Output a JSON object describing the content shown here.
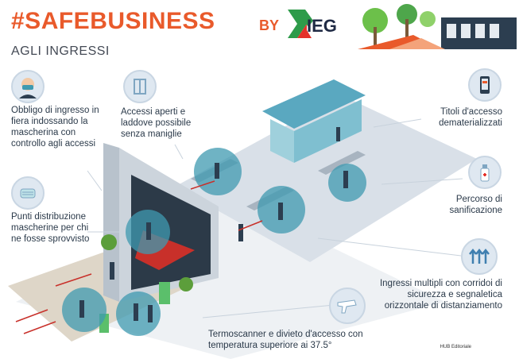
{
  "header": {
    "title": "#SAFEBUSINESS",
    "by": "BY",
    "brand": "IEG",
    "subtitle": "AGLI INGRESSI"
  },
  "items": {
    "masks_entry": "Obbligo di ingresso in fiera indossando la mascherina con controllo agli accessi",
    "open_access": "Accessi aperti e laddove possibile senza maniglie",
    "digital_tickets": "Titoli d'accesso dematerializzati",
    "mask_points": "Punti distribuzione mascherine per chi ne fosse sprovvisto",
    "sanitation": "Percorso di sanificazione",
    "multiple_entries": "Ingressi multipli con corridoi di sicurezza e segnaletica orizzontale di distanziamento",
    "thermoscanner": "Termoscanner e divieto d'accesso con temperatura superiore ai 37.5°"
  },
  "footer": {
    "credit": "HUB Editoriale"
  },
  "colors": {
    "accent": "#e95a2b",
    "brand_green": "#2e9b4a",
    "brand_red": "#e4322b",
    "teal": "#3f9ab0",
    "floor": "#e6ebf0"
  }
}
